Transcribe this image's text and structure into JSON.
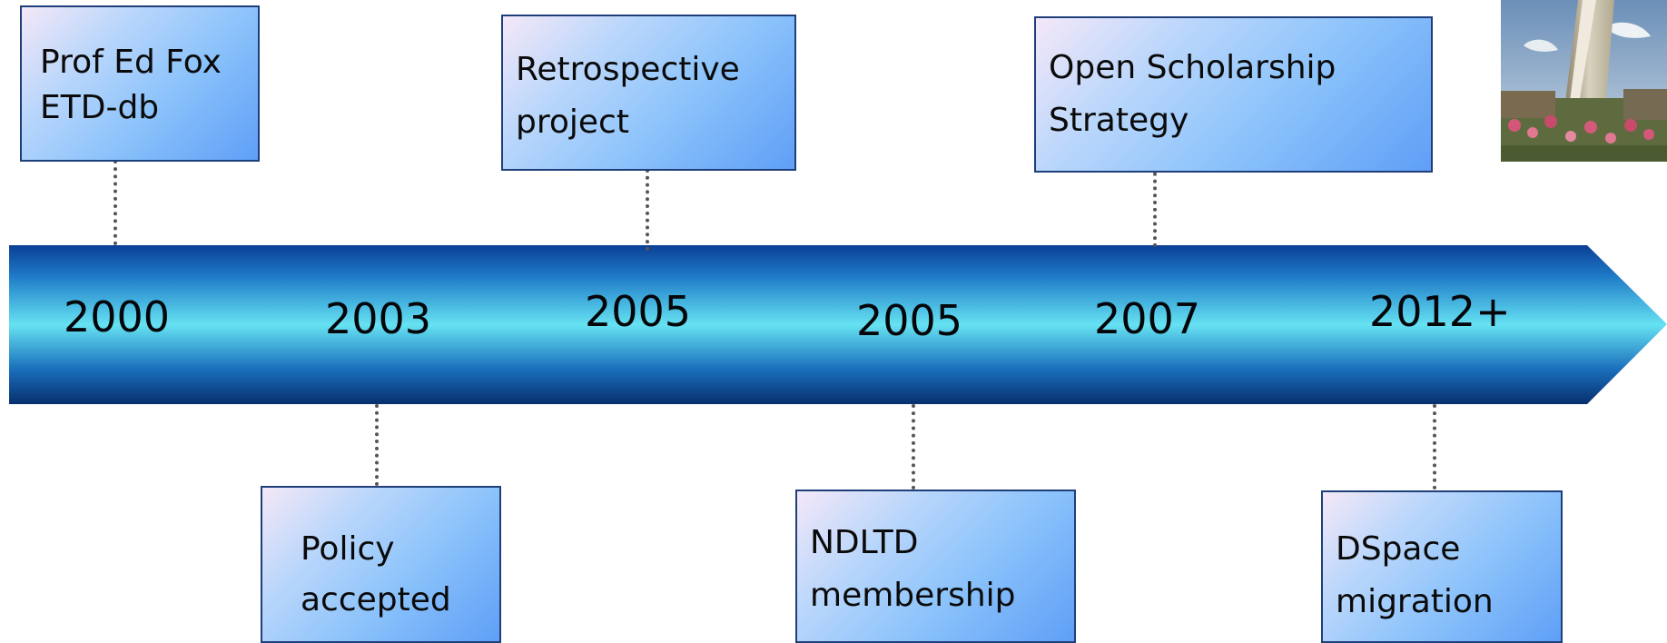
{
  "timeline": {
    "colors": {
      "arrow_dark": "#0a3a8c",
      "arrow_light": "#66e2f2",
      "box_border": "#1f3f7a",
      "connector": "#555555"
    },
    "milestones": [
      {
        "year": "2000",
        "event": "Prof Ed Fox\nETD-db"
      },
      {
        "year": "2003",
        "event": "Policy\naccepted"
      },
      {
        "year": "2005",
        "event": "Retrospective\nproject"
      },
      {
        "year": "2005",
        "event": "NDLTD\nmembership"
      },
      {
        "year": "2007",
        "event": "Open Scholarship\nStrategy"
      },
      {
        "year": "2012+",
        "event": "DSpace\nmigration"
      }
    ],
    "photo": {
      "icon": "building-photo-icon"
    }
  }
}
